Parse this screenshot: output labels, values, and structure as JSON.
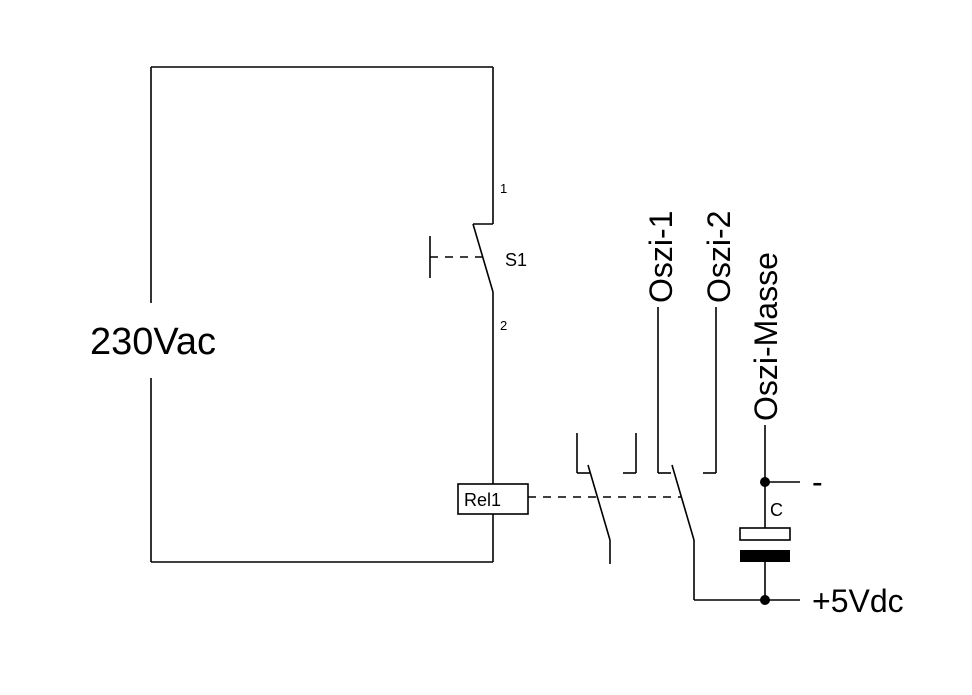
{
  "diagram": {
    "source_label": "230Vac",
    "switch_label": "S1",
    "switch_pin_top": "1",
    "switch_pin_bottom": "2",
    "relay_label": "Rel1",
    "probe_1": "Oszi-1",
    "probe_2": "Oszi-2",
    "probe_ground": "Oszi-Masse",
    "capacitor_label": "C",
    "minus_label": "-",
    "supply_label": "+5Vdc"
  }
}
